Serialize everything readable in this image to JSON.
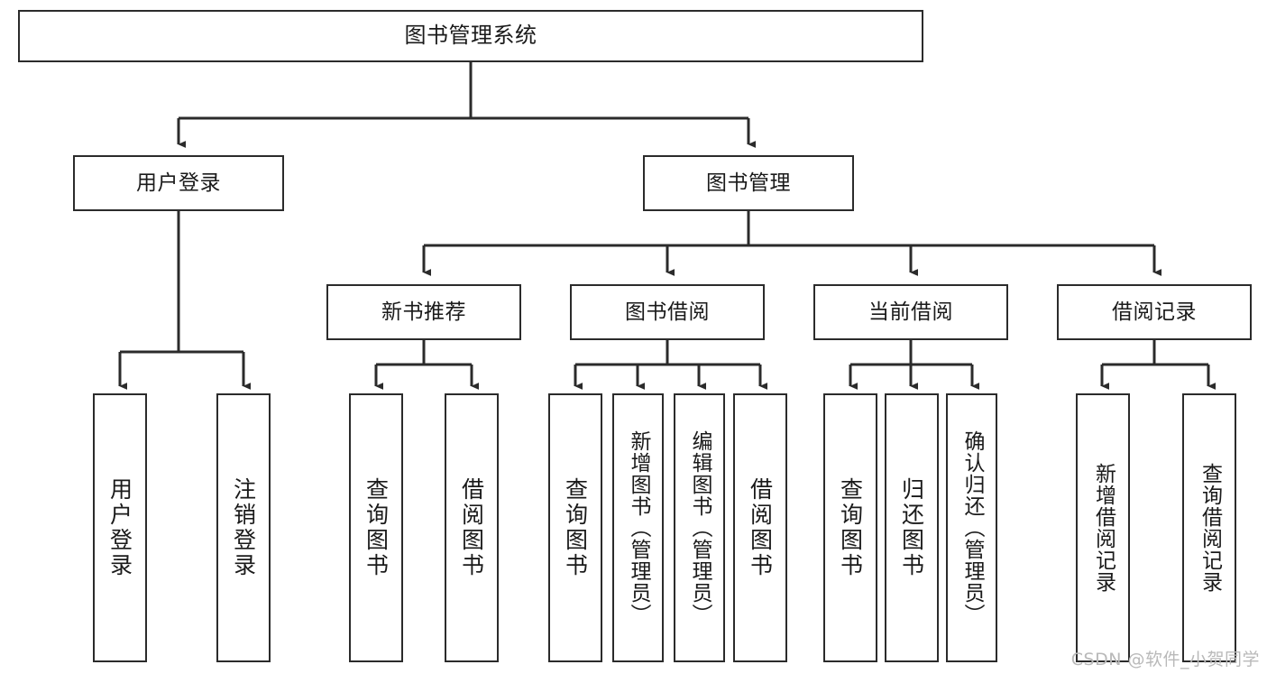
{
  "diagram": {
    "title": "图书管理系统",
    "type": "tree-hierarchy-chart",
    "watermark": "CSDN @软件_小贺同学",
    "colors": {
      "box_border": "#2b2b2b",
      "box_fill": "#ffffff",
      "edge": "#2b2b2b",
      "text": "#1a1a1a",
      "watermark": "#b9b9b9",
      "background": "#ffffff"
    },
    "root": {
      "id": "root",
      "label": "图书管理系统"
    },
    "level2": [
      {
        "id": "user-login",
        "label": "用户登录"
      },
      {
        "id": "book-manage",
        "label": "图书管理"
      }
    ],
    "level3": [
      {
        "id": "new-book-recommend",
        "label": "新书推荐"
      },
      {
        "id": "book-borrow",
        "label": "图书借阅"
      },
      {
        "id": "current-borrow",
        "label": "当前借阅"
      },
      {
        "id": "borrow-record",
        "label": "借阅记录"
      }
    ],
    "leaves": {
      "user_login": [
        {
          "id": "leaf-user-login",
          "label": "用户登录"
        },
        {
          "id": "leaf-logout-login",
          "label": "注销登录"
        }
      ],
      "new_book_recommend": [
        {
          "id": "leaf-query-book-1",
          "label": "查询图书"
        },
        {
          "id": "leaf-borrow-book-1",
          "label": "借阅图书"
        }
      ],
      "book_borrow": [
        {
          "id": "leaf-query-book-2",
          "label": "查询图书"
        },
        {
          "id": "leaf-add-book",
          "label": "新增图书（管理员）"
        },
        {
          "id": "leaf-edit-book",
          "label": "编辑图书（管理员）"
        },
        {
          "id": "leaf-borrow-book-2",
          "label": "借阅图书"
        }
      ],
      "current_borrow": [
        {
          "id": "leaf-query-book-3",
          "label": "查询图书"
        },
        {
          "id": "leaf-return-book",
          "label": "归还图书"
        },
        {
          "id": "leaf-confirm-return",
          "label": "确认归还（管理员）"
        }
      ],
      "borrow_record": [
        {
          "id": "leaf-add-record",
          "label": "新增借阅记录"
        },
        {
          "id": "leaf-query-record",
          "label": "查询借阅记录"
        }
      ]
    }
  }
}
